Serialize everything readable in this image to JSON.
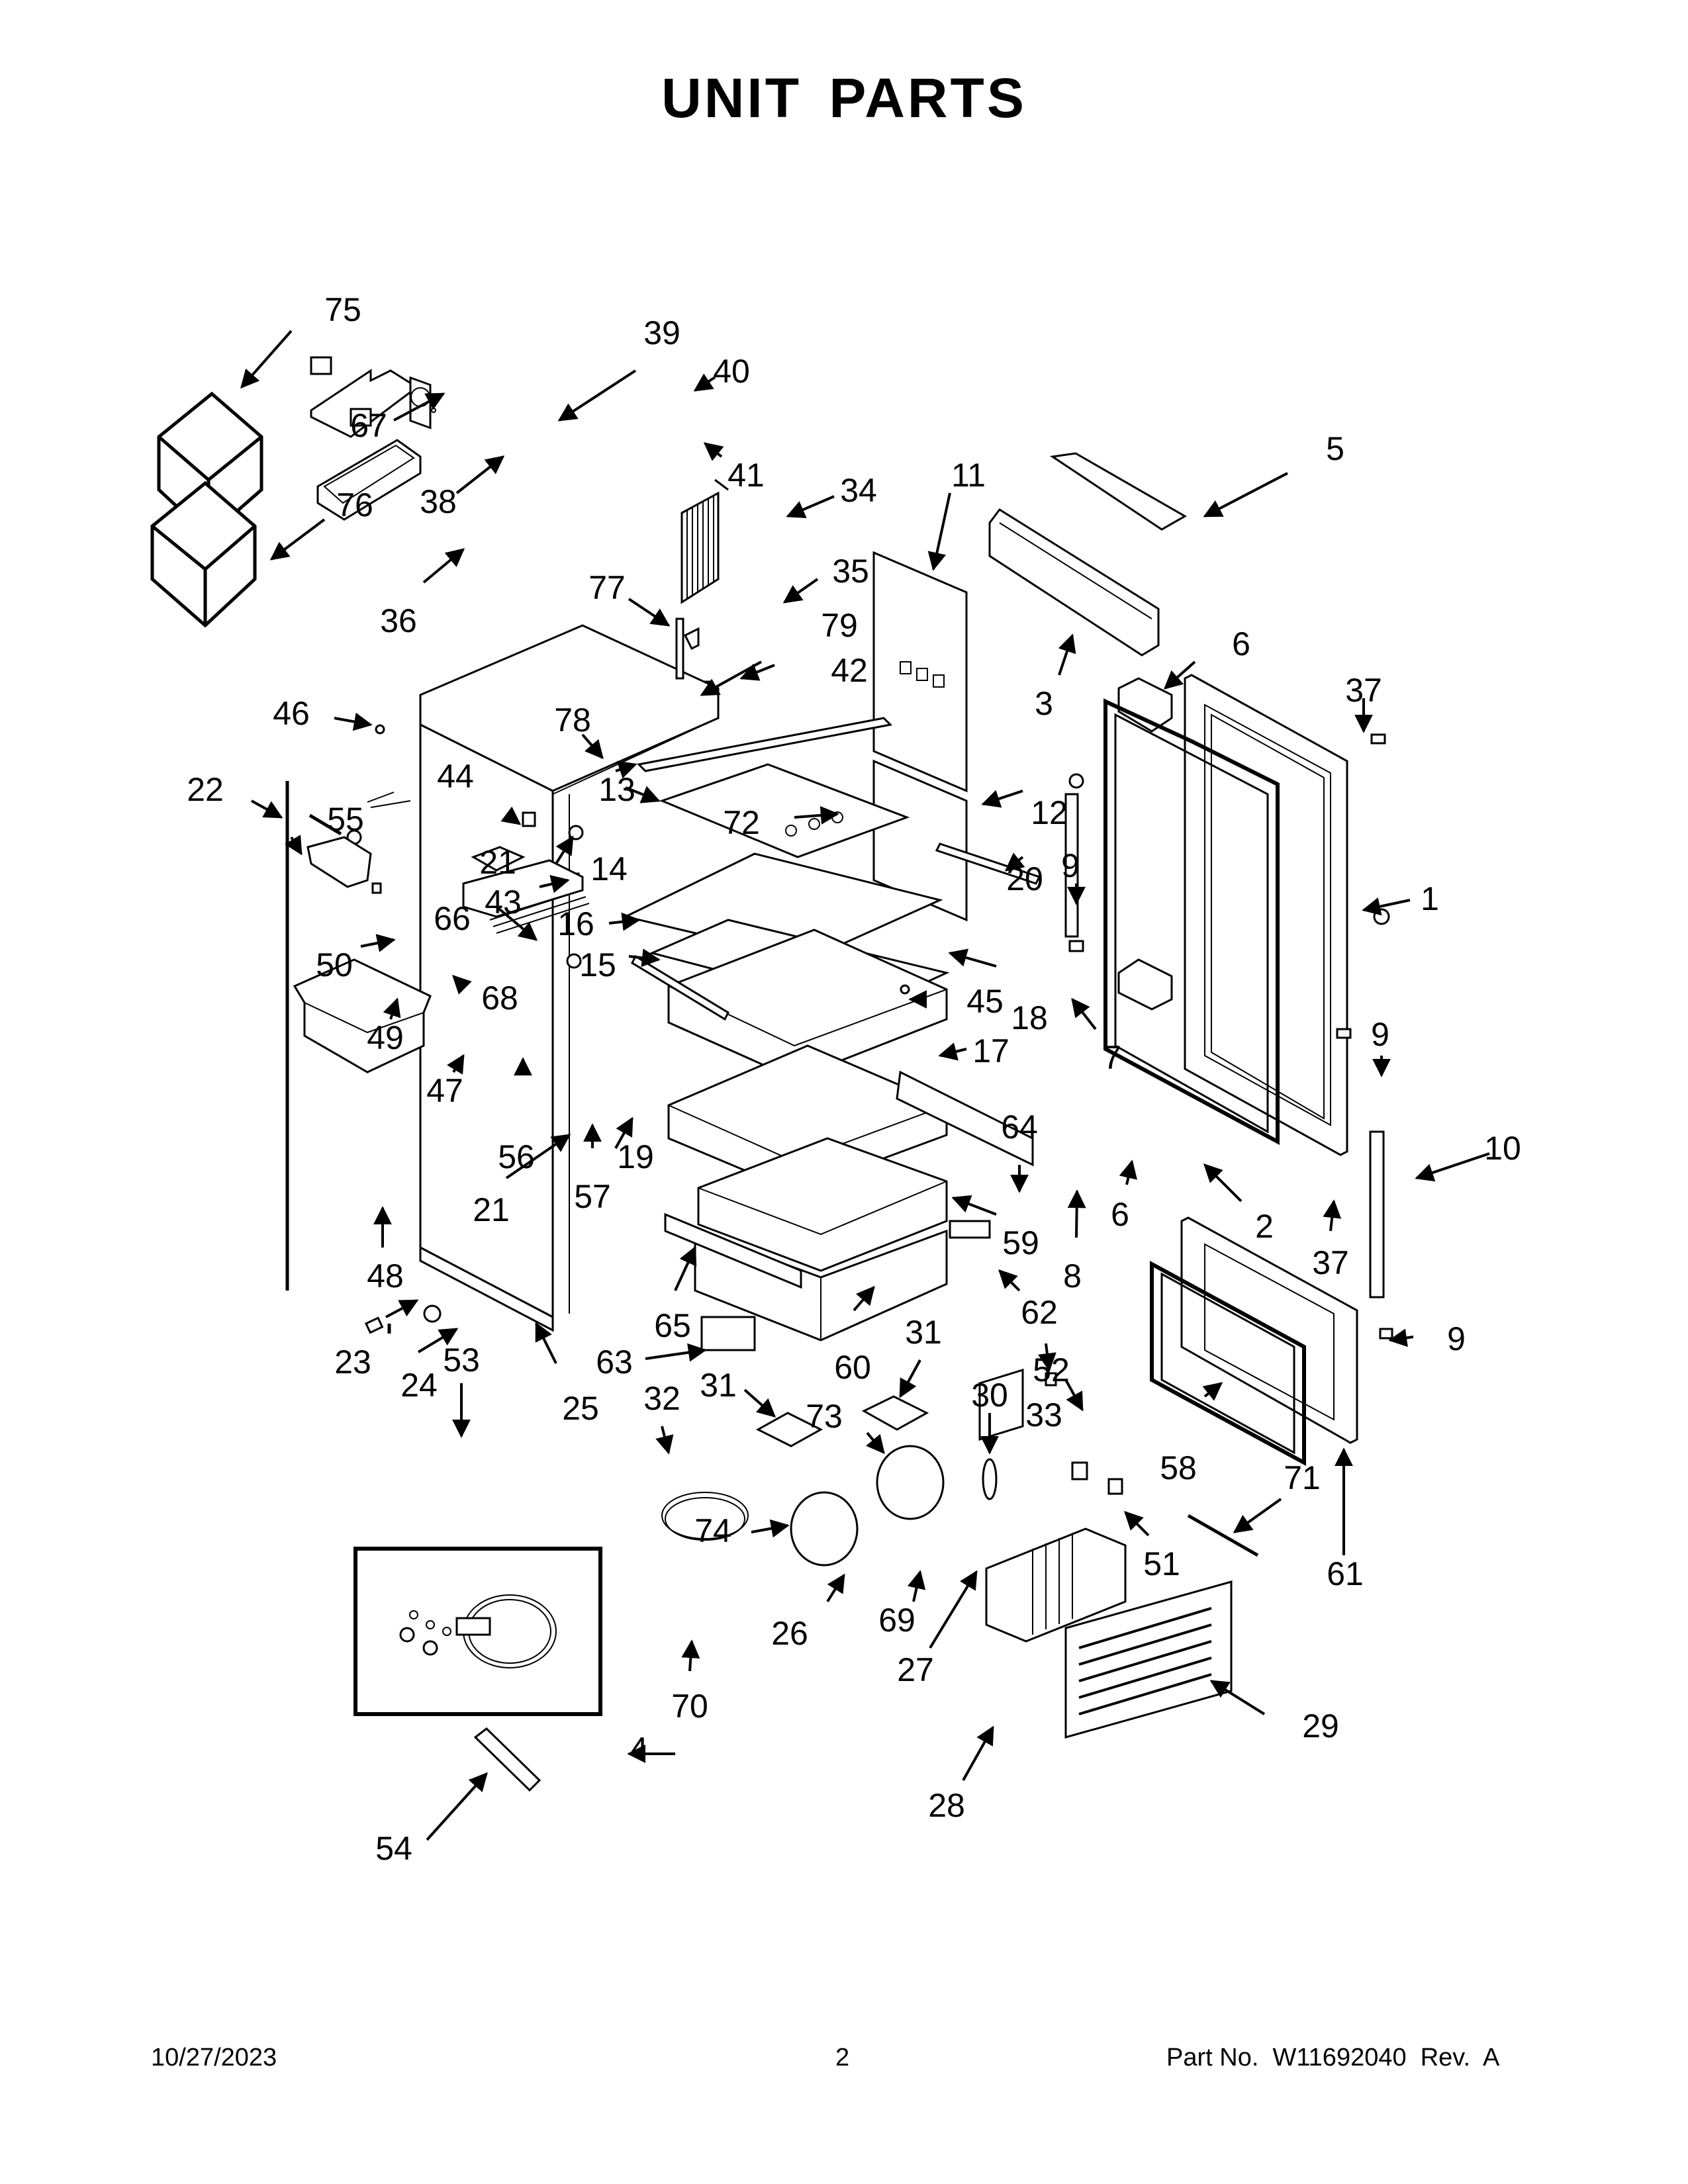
{
  "page": {
    "title": "UNIT PARTS",
    "footer": {
      "date": "10/27/2023",
      "page_number": "2",
      "part_number_text": "Part No.  W11692040  Rev.  A"
    }
  },
  "callouts": [
    {
      "id": "c75",
      "label": "75"
    },
    {
      "id": "c39",
      "label": "39"
    },
    {
      "id": "c40",
      "label": "40"
    },
    {
      "id": "c67",
      "label": "67"
    },
    {
      "id": "c41",
      "label": "41"
    },
    {
      "id": "c38",
      "label": "38"
    },
    {
      "id": "c76",
      "label": "76"
    },
    {
      "id": "c34",
      "label": "34"
    },
    {
      "id": "c11",
      "label": "11"
    },
    {
      "id": "c5",
      "label": "5"
    },
    {
      "id": "c35",
      "label": "35"
    },
    {
      "id": "c36",
      "label": "36"
    },
    {
      "id": "c77",
      "label": "77"
    },
    {
      "id": "c79",
      "label": "79"
    },
    {
      "id": "c3",
      "label": "3"
    },
    {
      "id": "c6a",
      "label": "6"
    },
    {
      "id": "c42",
      "label": "42"
    },
    {
      "id": "c46",
      "label": "46"
    },
    {
      "id": "c78",
      "label": "78"
    },
    {
      "id": "c37a",
      "label": "37"
    },
    {
      "id": "c22",
      "label": "22"
    },
    {
      "id": "c44",
      "label": "44"
    },
    {
      "id": "c13",
      "label": "13"
    },
    {
      "id": "c72",
      "label": "72"
    },
    {
      "id": "c12",
      "label": "12"
    },
    {
      "id": "c55",
      "label": "55"
    },
    {
      "id": "c21a",
      "label": "21"
    },
    {
      "id": "c14",
      "label": "14"
    },
    {
      "id": "c1",
      "label": "1"
    },
    {
      "id": "c20",
      "label": "20"
    },
    {
      "id": "c9a",
      "label": "9"
    },
    {
      "id": "c43",
      "label": "43"
    },
    {
      "id": "c16",
      "label": "16"
    },
    {
      "id": "c66",
      "label": "66"
    },
    {
      "id": "c50",
      "label": "50"
    },
    {
      "id": "c15",
      "label": "15"
    },
    {
      "id": "c68",
      "label": "68"
    },
    {
      "id": "c18",
      "label": "18"
    },
    {
      "id": "c9b",
      "label": "9"
    },
    {
      "id": "c49",
      "label": "49"
    },
    {
      "id": "c45",
      "label": "45"
    },
    {
      "id": "c7",
      "label": "7"
    },
    {
      "id": "c47",
      "label": "47"
    },
    {
      "id": "c17",
      "label": "17"
    },
    {
      "id": "c19",
      "label": "19"
    },
    {
      "id": "c56",
      "label": "56"
    },
    {
      "id": "c10",
      "label": "10"
    },
    {
      "id": "c64",
      "label": "64"
    },
    {
      "id": "c21b",
      "label": "21"
    },
    {
      "id": "c57",
      "label": "57"
    },
    {
      "id": "c6b",
      "label": "6"
    },
    {
      "id": "c2",
      "label": "2"
    },
    {
      "id": "c59",
      "label": "59"
    },
    {
      "id": "c48",
      "label": "48"
    },
    {
      "id": "c8",
      "label": "8"
    },
    {
      "id": "c37b",
      "label": "37"
    },
    {
      "id": "c62",
      "label": "62"
    },
    {
      "id": "c9c",
      "label": "9"
    },
    {
      "id": "c65",
      "label": "65"
    },
    {
      "id": "c23",
      "label": "23"
    },
    {
      "id": "c63",
      "label": "63"
    },
    {
      "id": "c60",
      "label": "60"
    },
    {
      "id": "c31a",
      "label": "31"
    },
    {
      "id": "c24",
      "label": "24"
    },
    {
      "id": "c52",
      "label": "52"
    },
    {
      "id": "c53",
      "label": "53"
    },
    {
      "id": "c25",
      "label": "25"
    },
    {
      "id": "c32",
      "label": "32"
    },
    {
      "id": "c31b",
      "label": "31"
    },
    {
      "id": "c73",
      "label": "73"
    },
    {
      "id": "c30",
      "label": "30"
    },
    {
      "id": "c33",
      "label": "33"
    },
    {
      "id": "c58",
      "label": "58"
    },
    {
      "id": "c71",
      "label": "71"
    },
    {
      "id": "c74",
      "label": "74"
    },
    {
      "id": "c51",
      "label": "51"
    },
    {
      "id": "c61",
      "label": "61"
    },
    {
      "id": "c26",
      "label": "26"
    },
    {
      "id": "c69",
      "label": "69"
    },
    {
      "id": "c70",
      "label": "70"
    },
    {
      "id": "c27",
      "label": "27"
    },
    {
      "id": "c29",
      "label": "29"
    },
    {
      "id": "c4",
      "label": "4"
    },
    {
      "id": "c28",
      "label": "28"
    },
    {
      "id": "c54",
      "label": "54"
    }
  ]
}
